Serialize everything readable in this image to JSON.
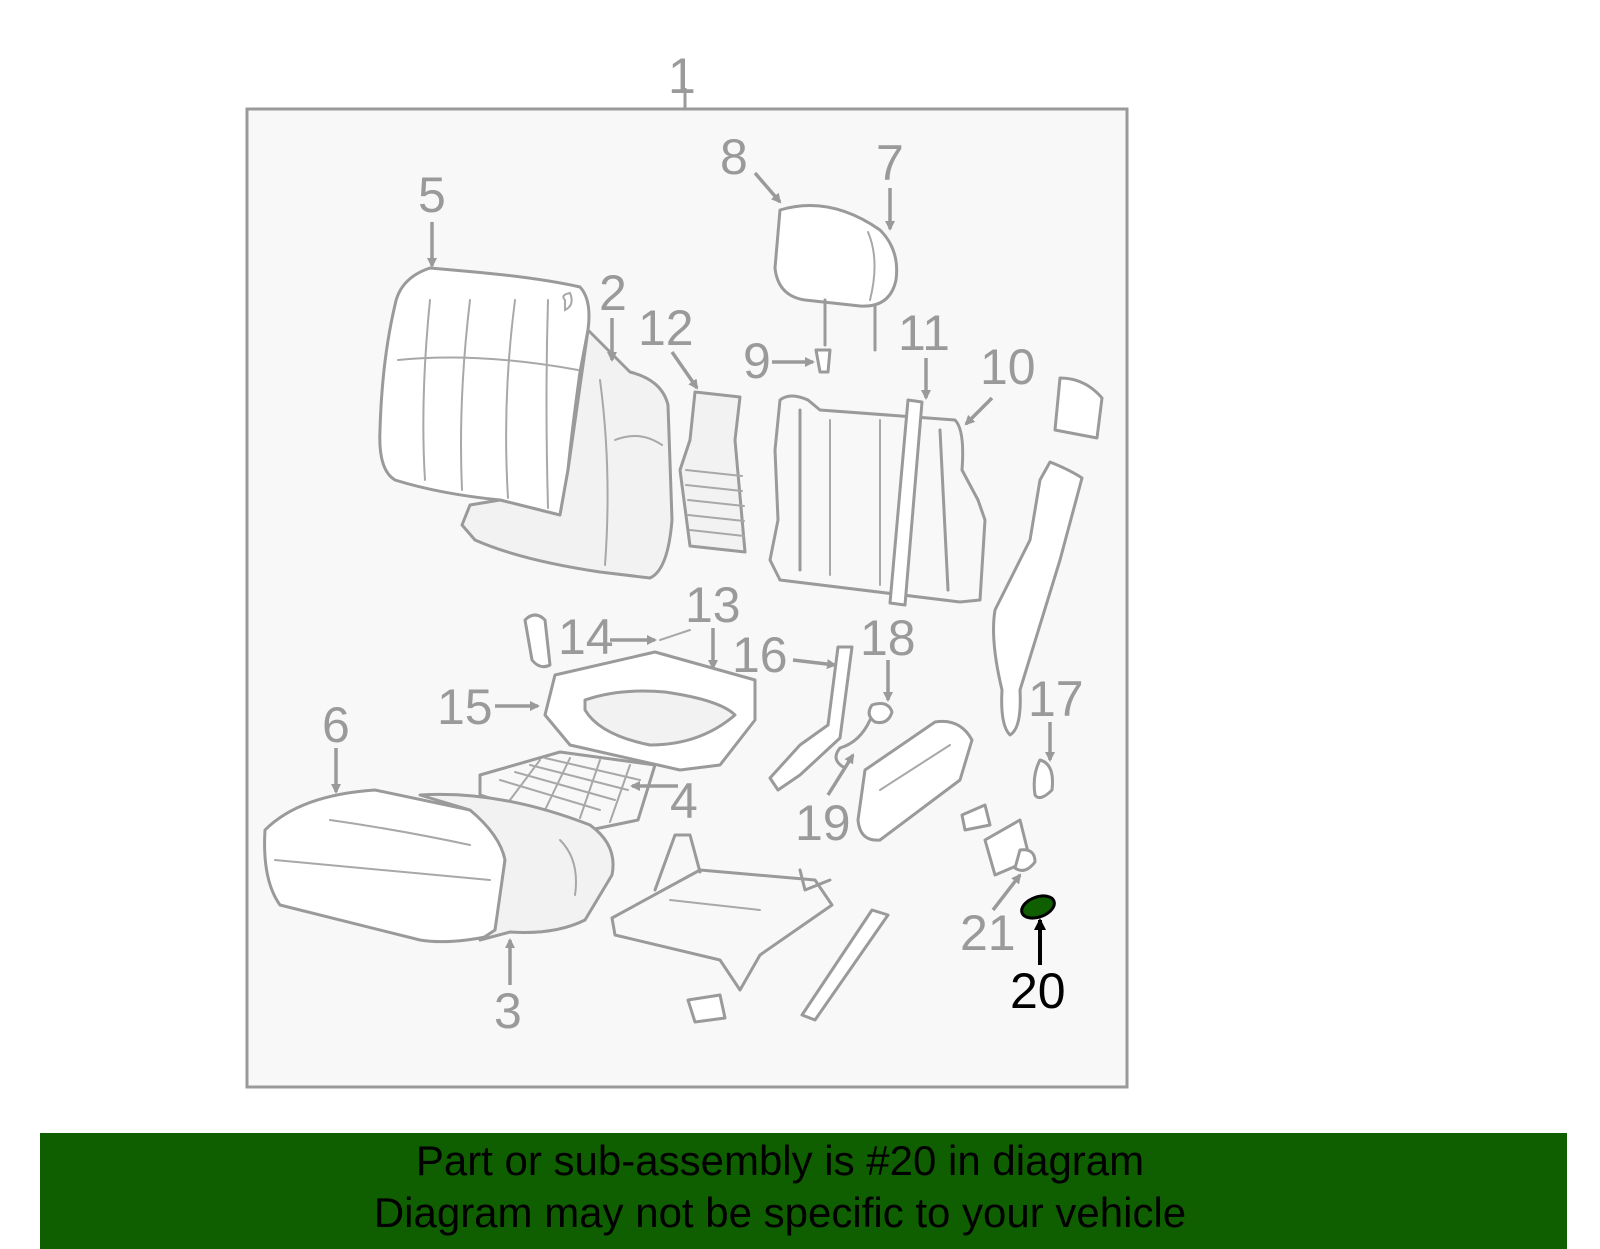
{
  "diagram": {
    "callouts": [
      {
        "id": "1",
        "label": "1"
      },
      {
        "id": "2",
        "label": "2"
      },
      {
        "id": "3",
        "label": "3"
      },
      {
        "id": "4",
        "label": "4"
      },
      {
        "id": "5",
        "label": "5"
      },
      {
        "id": "6",
        "label": "6"
      },
      {
        "id": "7",
        "label": "7"
      },
      {
        "id": "8",
        "label": "8"
      },
      {
        "id": "9",
        "label": "9"
      },
      {
        "id": "10",
        "label": "10"
      },
      {
        "id": "11",
        "label": "11"
      },
      {
        "id": "12",
        "label": "12"
      },
      {
        "id": "13",
        "label": "13"
      },
      {
        "id": "14",
        "label": "14"
      },
      {
        "id": "15",
        "label": "15"
      },
      {
        "id": "16",
        "label": "16"
      },
      {
        "id": "17",
        "label": "17"
      },
      {
        "id": "18",
        "label": "18"
      },
      {
        "id": "19",
        "label": "19"
      },
      {
        "id": "20",
        "label": "20",
        "highlighted": true
      },
      {
        "id": "21",
        "label": "21"
      }
    ],
    "highlight_color": "#0f5e00",
    "line_color": "#9a9a9a",
    "box_background": "#f8f8f8"
  },
  "banner": {
    "line1": "Part or sub-assembly is #20 in diagram",
    "line2": "Diagram may not be specific to your vehicle",
    "background": "#0f5e00"
  }
}
